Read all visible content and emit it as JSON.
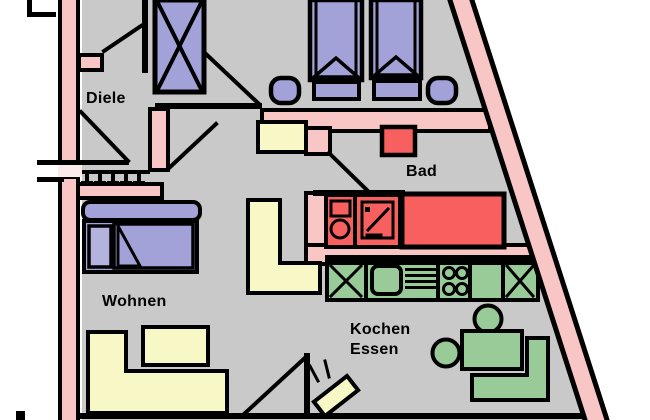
{
  "rooms": {
    "diele": {
      "label": "Diele"
    },
    "wohnen": {
      "label": "Wohnen"
    },
    "bad": {
      "label": "Bad"
    },
    "kochen_essen": {
      "label_line1": "Kochen",
      "label_line2": "Essen"
    }
  },
  "palette": {
    "background": "#ffffff",
    "floor": "#c9c9c9",
    "wall_pink": "#f9c6c6",
    "door_gap_pink": "#fcebeb",
    "furniture_purple": "#a2a2d8",
    "furniture_purple_light": "#b3b3de",
    "furniture_yellow": "#f8f8c6",
    "fixture_red": "#f85f5f",
    "kitchen_green": "#98cb98",
    "outline": "#000000"
  }
}
